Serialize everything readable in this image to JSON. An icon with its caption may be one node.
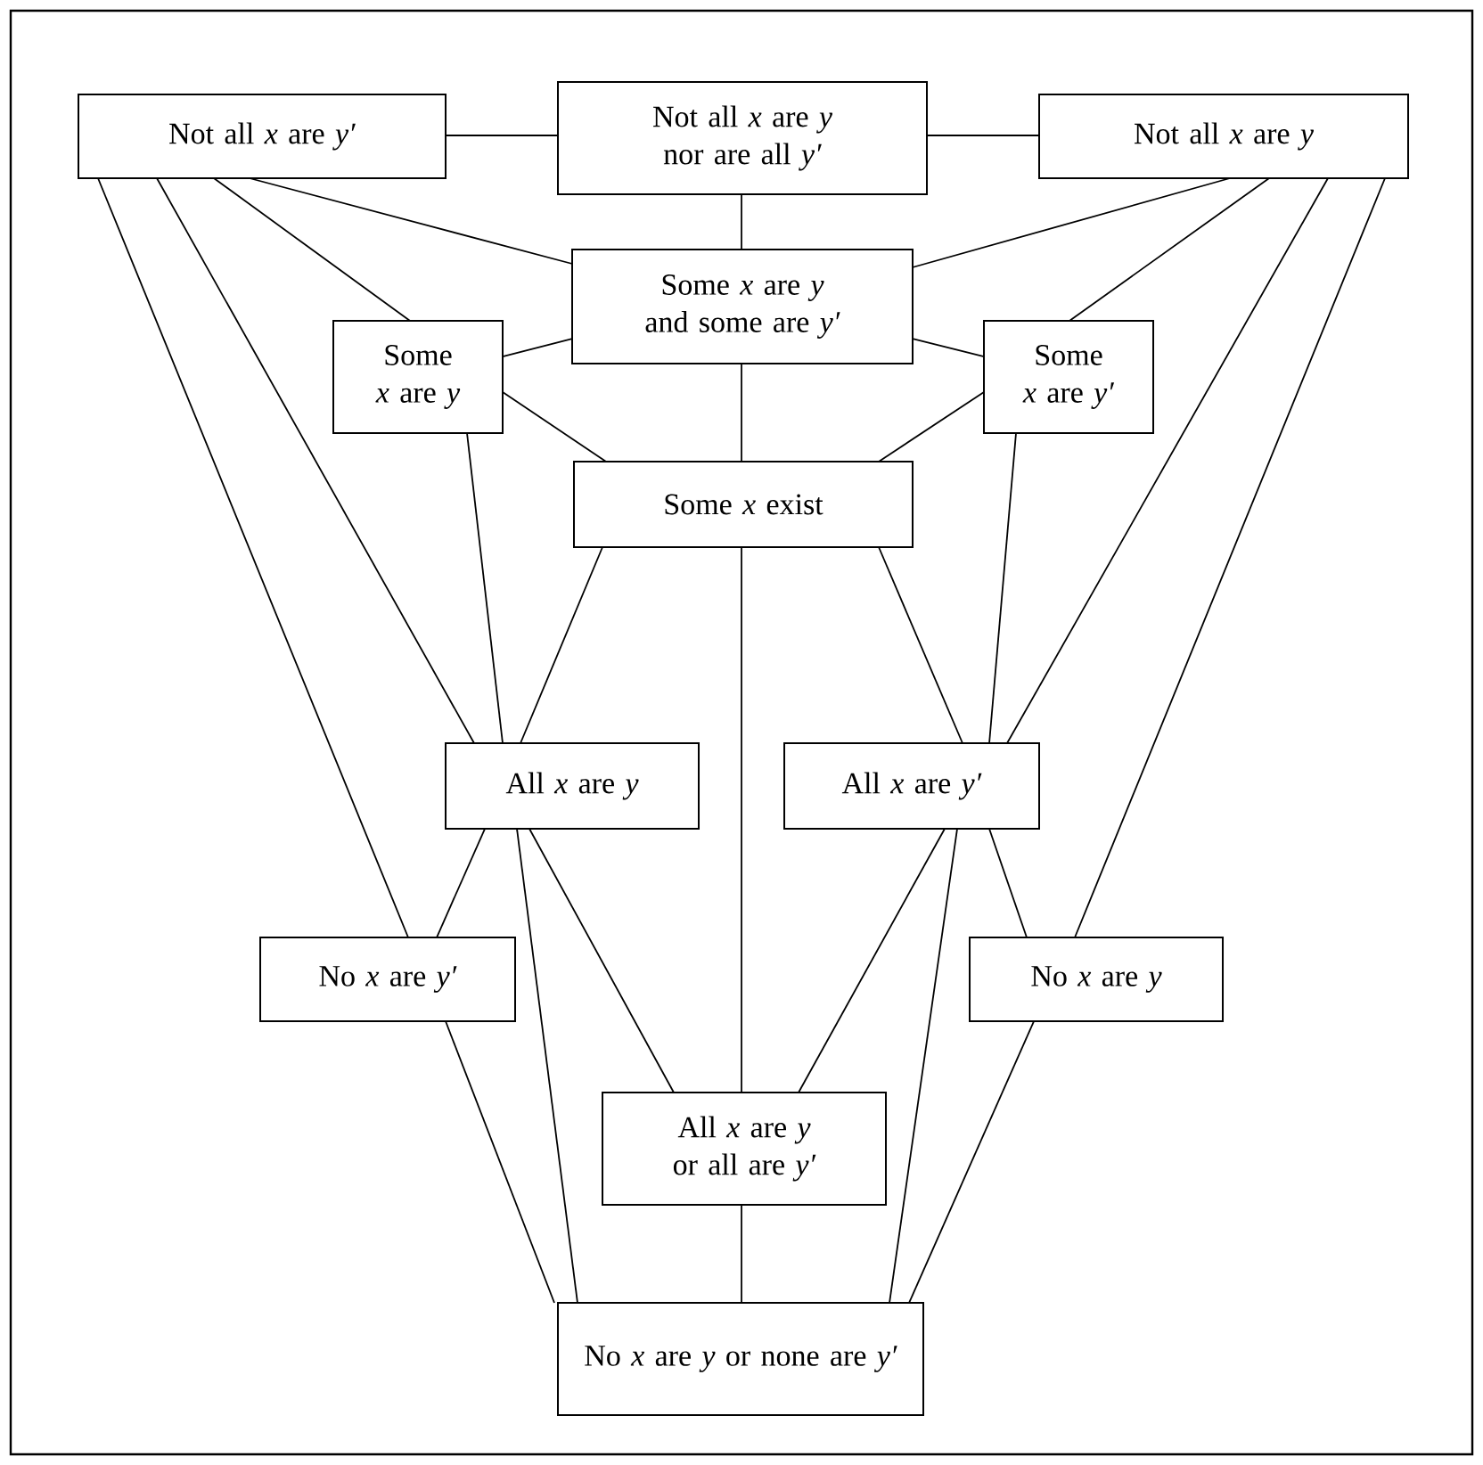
{
  "diagram": {
    "nodes": [
      {
        "text": [
          "Not all *x* are *y′*"
        ]
      },
      {
        "text": [
          "Not all *x* are *y* nor are all *y′*"
        ]
      },
      {
        "text": [
          "Not all *x* are *y*"
        ]
      },
      {
        "text": [
          "Some *x* are *y* and some are *y′*"
        ]
      },
      {
        "text": [
          "Some *x* are *y*"
        ]
      },
      {
        "text": [
          "Some *x* are *y′*"
        ]
      },
      {
        "text": [
          "Some *x* exist"
        ]
      },
      {
        "text": [
          "All *x* are *y*"
        ]
      },
      {
        "text": [
          "All *x* are *y′*"
        ]
      },
      {
        "text": [
          "No *x* are *y′*"
        ]
      },
      {
        "text": [
          "No *x* are *y*"
        ]
      },
      {
        "text": [
          "All *x* are *y* or all are *y′*"
        ]
      },
      {
        "text": [
          "No *x* are *y* or none are *y′*"
        ]
      }
    ],
    "edges": [
      {
        "from": 0,
        "to": 1,
        "arrow": "none"
      },
      {
        "from": 1,
        "to": 2,
        "arrow": "none"
      },
      {
        "from": 1,
        "to": 3,
        "arrow": "none"
      },
      {
        "from": 0,
        "to": 3,
        "arrow": "none"
      },
      {
        "from": 2,
        "to": 3,
        "arrow": "none"
      },
      {
        "from": 0,
        "to": 4,
        "arrow": "none"
      },
      {
        "from": 2,
        "to": 5,
        "arrow": "none"
      },
      {
        "from": 3,
        "to": 4,
        "arrow": "none"
      },
      {
        "from": 3,
        "to": 5,
        "arrow": "none"
      },
      {
        "from": 4,
        "to": 6,
        "arrow": "none"
      },
      {
        "from": 5,
        "to": 6,
        "arrow": "none"
      },
      {
        "from": 3,
        "to": 6,
        "arrow": "none"
      },
      {
        "from": 0,
        "to": 9,
        "arrow": "none"
      },
      {
        "from": 0,
        "to": 7,
        "arrow": "none"
      },
      {
        "from": 4,
        "to": 7,
        "arrow": "none"
      },
      {
        "from": 6,
        "to": 7,
        "arrow": "none"
      },
      {
        "from": 2,
        "to": 10,
        "arrow": "none"
      },
      {
        "from": 2,
        "to": 8,
        "arrow": "none"
      },
      {
        "from": 5,
        "to": 8,
        "arrow": "none"
      },
      {
        "from": 6,
        "to": 8,
        "arrow": "none"
      },
      {
        "from": 6,
        "to": 11,
        "arrow": "none"
      },
      {
        "from": 7,
        "to": 9,
        "arrow": "none"
      },
      {
        "from": 7,
        "to": 12,
        "arrow": "none"
      },
      {
        "from": 7,
        "to": 11,
        "arrow": "none"
      },
      {
        "from": 8,
        "to": 10,
        "arrow": "none"
      },
      {
        "from": 8,
        "to": 12,
        "arrow": "none"
      },
      {
        "from": 8,
        "to": 11,
        "arrow": "none"
      },
      {
        "from": 9,
        "to": 12,
        "arrow": "none"
      },
      {
        "from": 10,
        "to": 12,
        "arrow": "none"
      },
      {
        "from": 11,
        "to": 12,
        "arrow": "none"
      }
    ]
  }
}
